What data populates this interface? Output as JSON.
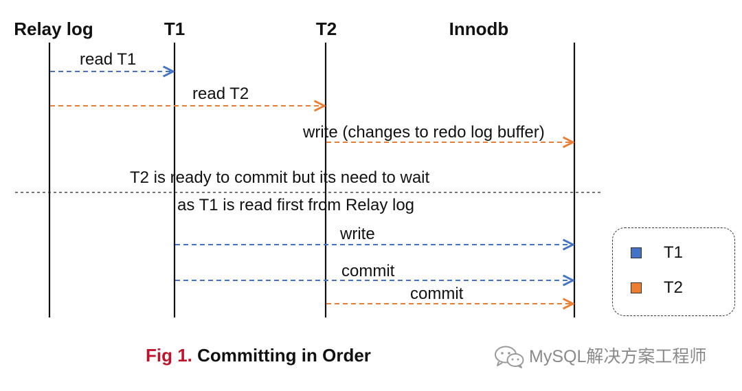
{
  "lanes": {
    "relay_log": "Relay log",
    "t1": "T1",
    "t2": "T2",
    "innodb": "Innodb"
  },
  "messages": {
    "read_t1": "read T1",
    "read_t2": "read T2",
    "write_redo": "write (changes to redo log buffer)",
    "t1_write": "write",
    "t1_commit": "commit",
    "t2_commit": "commit"
  },
  "note": {
    "line1": "T2 is ready to commit but its need to wait",
    "line2": "as T1 is read first from Relay log"
  },
  "legend": {
    "items": [
      {
        "label": "T1",
        "color": "#4472c4"
      },
      {
        "label": "T2",
        "color": "#ed7d31"
      }
    ]
  },
  "caption": {
    "fig": "Fig 1.",
    "text": "Committing in Order"
  },
  "watermark": {
    "icon": "wechat-icon",
    "text": "MySQL解决方案工程师"
  },
  "colors": {
    "t1": "#4472c4",
    "t2": "#ed7d31",
    "lifeline": "#111111",
    "caption_red": "#c0122a"
  }
}
